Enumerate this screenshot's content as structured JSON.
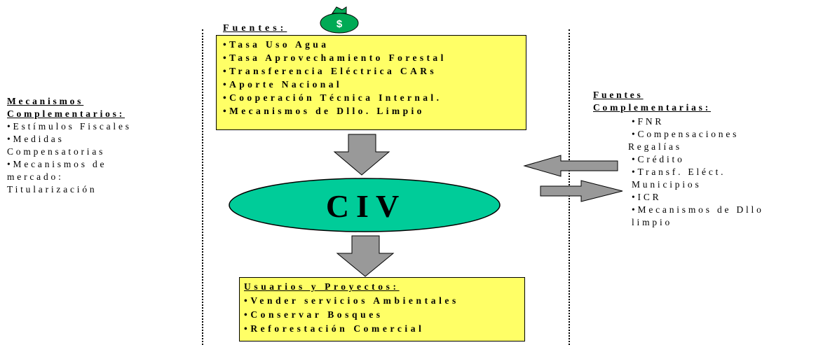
{
  "fuentes": {
    "title": "Fuentes:",
    "items": [
      "•Tasa Uso Agua",
      "•Tasa Aprovechamiento Forestal",
      "•Transferencia Eléctrica CARs",
      "•Aporte Nacional",
      "•Cooperación Técnica Internal.",
      "•Mecanismos de Dllo. Limpio"
    ]
  },
  "money_bag_symbol": "$",
  "center": {
    "label": "CIV"
  },
  "usuarios": {
    "title": "Usuarios y Proyectos:",
    "items": [
      "•Vender servicios Ambientales",
      "•Conservar Bosques",
      "•Reforestación Comercial"
    ]
  },
  "mecanismos": {
    "title_lines": [
      "Mecanismos",
      "Complementarios:"
    ],
    "items": [
      "•Estímulos Fiscales",
      "•Medidas",
      "Compensatorias",
      "•Mecanismos de",
      "mercado:",
      "Titularización"
    ]
  },
  "fuentes_complementarias": {
    "title_lines": [
      "Fuentes",
      "Complementarias:"
    ],
    "items": [
      "•FNR",
      "•Compensaciones",
      "Regalías",
      "•Crédito",
      "•Transf. Eléct.",
      "Municipios",
      "•ICR",
      "•Mecanismos de Dllo",
      "limpio"
    ]
  },
  "colors": {
    "box_fill": "#ffff66",
    "ellipse_fill": "#00cc99",
    "arrow_fill": "#999999",
    "bag_fill": "#00aa55"
  }
}
